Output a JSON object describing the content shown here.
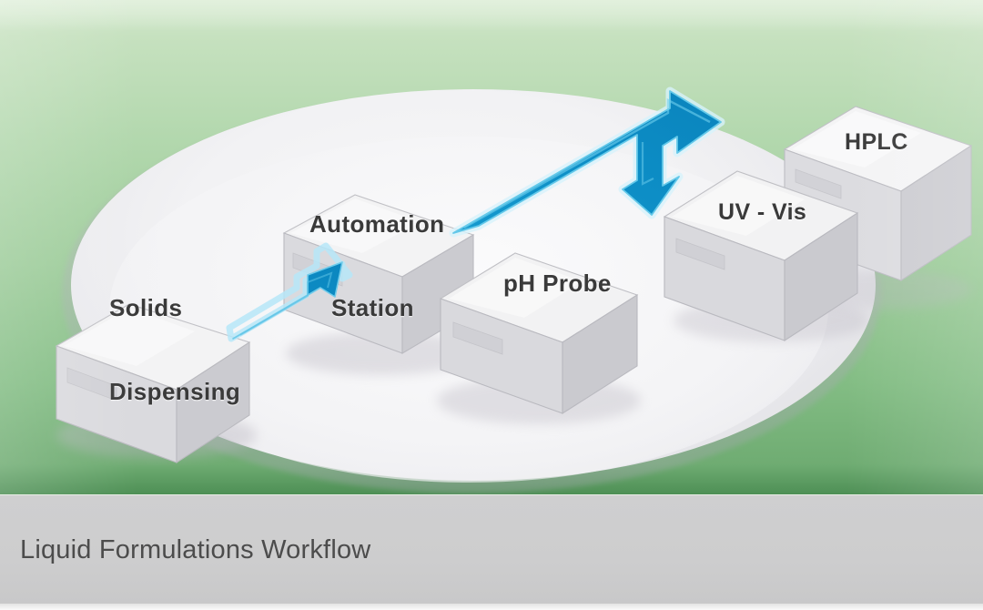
{
  "figure": {
    "caption": "Liquid Formulations Workflow",
    "background_top_color": "#c6e1bf",
    "background_bottom_color": "#4e8f55",
    "caption_bar_color": "#cdcdce",
    "stage_color": "#f2f2f4",
    "arrow_color": "#0b8ec8",
    "arrow_highlight_color": "#8fd8f2",
    "box_top_color": "#f2f2f3",
    "box_front_color": "#d9d9dc",
    "box_side_color": "#c9c9cd",
    "label_color": "#3a3a3a"
  },
  "nodes": [
    {
      "id": "solids-dispensing",
      "label": "Solids\nDispensing",
      "label_lines": [
        "Solids",
        "Dispensing"
      ]
    },
    {
      "id": "automation-station",
      "label": "Automation\nStation",
      "label_lines": [
        "Automation",
        "Station"
      ]
    },
    {
      "id": "ph-probe",
      "label": "pH Probe",
      "label_lines": [
        "pH Probe"
      ]
    },
    {
      "id": "uv-vis",
      "label": "UV - Vis",
      "label_lines": [
        "UV - Vis"
      ]
    },
    {
      "id": "hplc",
      "label": "HPLC",
      "label_lines": [
        "HPLC"
      ]
    }
  ],
  "connections": [
    {
      "from": "solids-dispensing",
      "to": "automation-station",
      "style": "single-arrow"
    },
    {
      "from": "automation-station",
      "to": "hplc",
      "style": "forked-arrow"
    },
    {
      "from": "automation-station",
      "to": "uv-vis",
      "style": "forked-arrow"
    }
  ],
  "labels": {
    "solids_line1": "Solids",
    "solids_line2": "Dispensing",
    "automation_line1": "Automation",
    "automation_line2": "Station",
    "ph_probe": "pH Probe",
    "uv_vis": "UV - Vis",
    "hplc": "HPLC"
  }
}
